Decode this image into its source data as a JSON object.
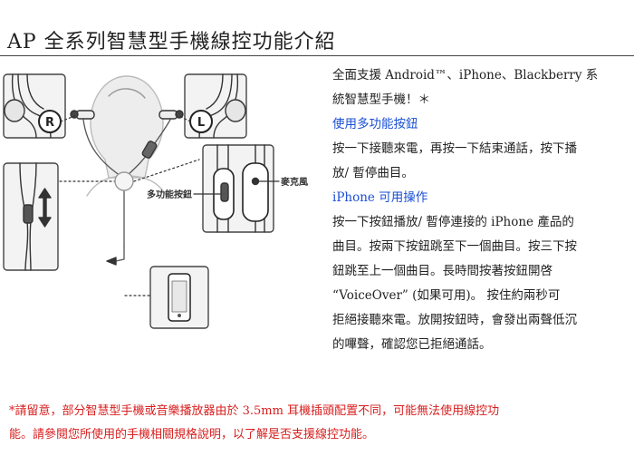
{
  "title": "AP 全系列智慧型手機線控功能介紹",
  "diagram": {
    "multifunction_button_label": "多功能按鈕",
    "microphone_label": "麥克風",
    "right_marker": "R",
    "left_marker": "L"
  },
  "description": {
    "intro_line1": "全面支援 Android™、iPhone、Blackberry 系",
    "intro_line2": "統智慧型手機！＊",
    "heading_multifunction": "使用多功能按鈕",
    "multifunction_line1": "按一下接聽來電，再按一下結束通話，按下播",
    "multifunction_line2": "放/ 暫停曲目。",
    "heading_iphone": "iPhone 可用操作",
    "iphone_line1": "按一下按鈕播放/ 暫停連接的 iPhone 產品的",
    "iphone_line2": "曲目。按兩下按鈕跳至下一個曲目。按三下按",
    "iphone_line3": "鈕跳至上一個曲目。長時間按著按鈕開啓",
    "iphone_line4": "“VoiceOver” (如果可用)。 按住約兩秒可",
    "iphone_line5": "拒絕接聽來電。放開按鈕時，會發出兩聲低沉",
    "iphone_line6": "的嗶聲，確認您已拒絕通話。"
  },
  "footnote": {
    "line1": "*請留意，部分智慧型手機或音樂播放器由於 3.5mm 耳機插頭配置不同，可能無法使用線控功",
    "line2": "能。請參閱您所使用的手機相關規格說明，以了解是否支援線控功能。"
  },
  "colors": {
    "heading_blue": "#1a4fd6",
    "note_red": "#d81e1e",
    "line_gray": "#333333"
  }
}
